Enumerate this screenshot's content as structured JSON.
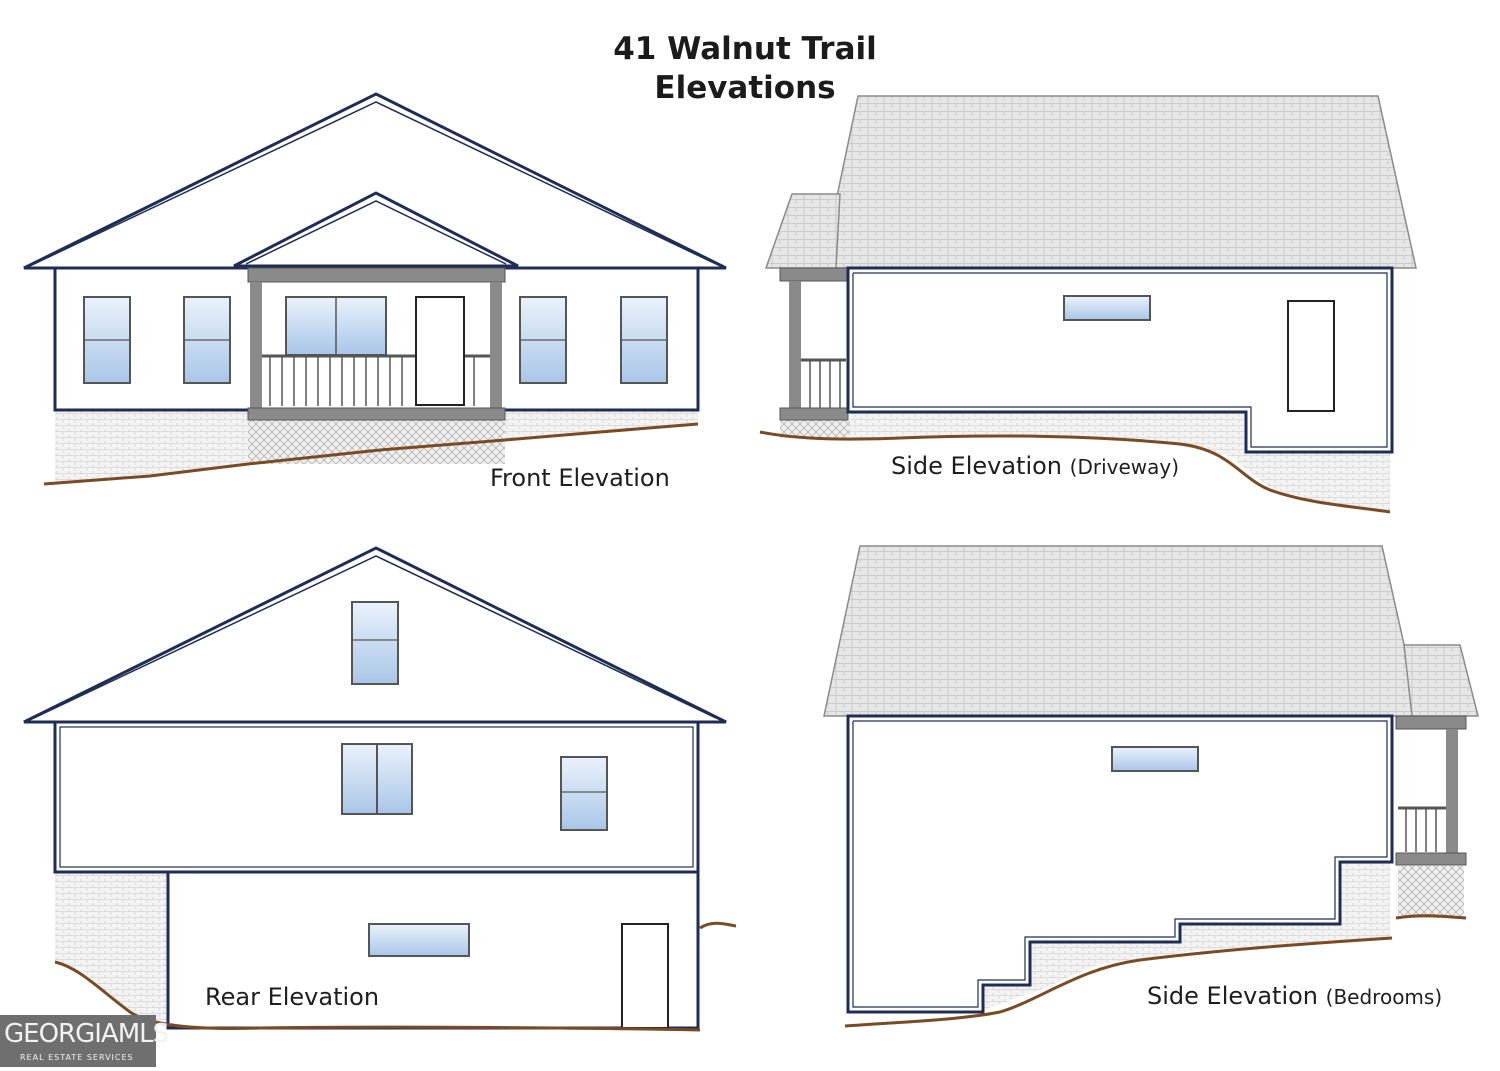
{
  "title": {
    "line1": "41 Walnut Trail",
    "line2": "Elevations"
  },
  "views": {
    "front": {
      "label": "Front Elevation"
    },
    "side_driveway": {
      "label": "Side Elevation",
      "sub": "(Driveway)"
    },
    "rear": {
      "label": "Rear Elevation"
    },
    "side_bedrooms": {
      "label": "Side Elevation",
      "sub": "(Bedrooms)"
    }
  },
  "watermark": {
    "brand": "GEORGIAMLS",
    "tagline": "REAL ESTATE SERVICES"
  },
  "colors": {
    "outline": "#1f2d55",
    "roof": "#e4e4e4",
    "brick": "#efefef",
    "ground": "#7a4a24",
    "glass": "#c7daf0",
    "porch": "#8a8a8a"
  }
}
